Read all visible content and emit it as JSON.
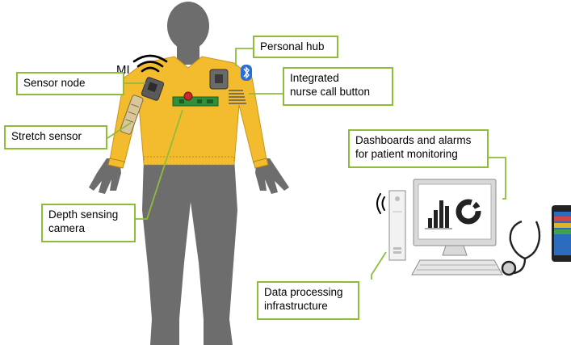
{
  "callouts": {
    "personal_hub": "Personal hub",
    "sensor_node": "Sensor node",
    "nurse_call": "Integrated\nnurse call button",
    "stretch_sensor": "Stretch sensor",
    "dashboards": "Dashboards and alarms\nfor patient monitoring",
    "depth_camera": "Depth sensing\ncamera",
    "data_processing": "Data processing\ninfrastructure"
  },
  "labels": {
    "mi": "MI"
  },
  "colors": {
    "callout_border": "#8fbc3b",
    "leader_line": "#8fbc3b",
    "body": "#6d6d6d",
    "sweater": "#f3bc2f",
    "bluetooth": "#2b6fd6"
  },
  "icons": [
    "wifi-icon",
    "bluetooth-icon",
    "stethoscope-icon",
    "smartphone-icon",
    "desktop-computer-icon",
    "wireless-signal-icon"
  ]
}
